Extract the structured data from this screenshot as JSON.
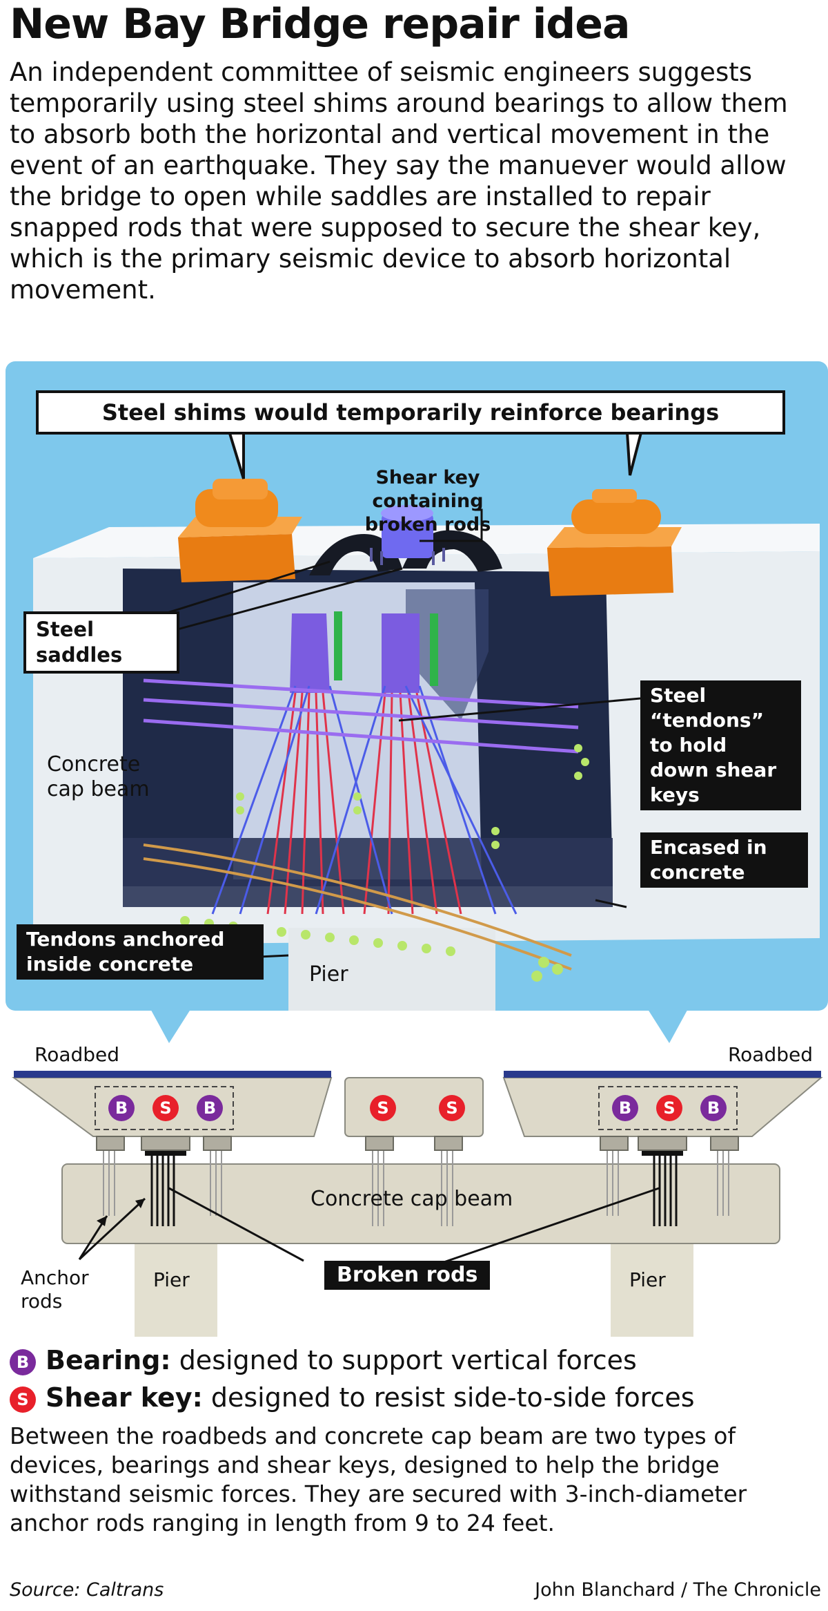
{
  "headline": "New Bay Bridge repair idea",
  "intro": "An independent committee of seismic engineers suggests temporarily using steel shims around bearings to allow them to absorb both the horizontal and vertical movement in the event of an earthquake. They say the manuever would allow the bridge to open while saddles are installed to repair snapped rods that were supposed to secure the shear key, which is the primary seismic device to absorb horizontal movement.",
  "detail": {
    "callout_title": "Steel shims would temporarily reinforce bearings",
    "shear_key_label": "Shear key containing broken rods",
    "saddles_label": "Steel saddles",
    "tendons_label": "Steel “tendons” to hold down shear keys",
    "cap_beam_label": "Concrete cap beam",
    "encased_label": "Encased in concrete",
    "anchored_label": "Tendons anchored inside concrete",
    "pier_label": "Pier"
  },
  "section": {
    "roadbed_left": "Roadbed",
    "roadbed_right": "Roadbed",
    "cap_beam": "Concrete cap beam",
    "anchor_rods": "Anchor rods",
    "pier_left": "Pier",
    "pier_right": "Pier",
    "broken_rods": "Broken rods",
    "bearing_letter": "B",
    "shear_letter": "S"
  },
  "legend": {
    "bearing_letter": "B",
    "bearing_term": "Bearing:",
    "bearing_desc": " designed to support vertical forces",
    "shear_letter": "S",
    "shear_term": "Shear key:",
    "shear_desc": " designed to resist side-to-side forces"
  },
  "footer": "Between the roadbeds and concrete cap beam are two types of devices, bearings and shear keys, designed to help the bridge withstand seismic forces. They are secured with 3-inch-diameter anchor rods ranging in length from 9 to 24 feet.",
  "source": "Source: Caltrans",
  "credit": "John Blanchard / The Chronicle",
  "colors": {
    "panel_blue": "#7ec8ec",
    "bearing_orange": "#f08a1c",
    "bearing_badge_purple": "#7a2a9c",
    "shear_badge_red": "#e8202a",
    "tendon_purple": "#8a5ce8",
    "rod_red": "#e0334a",
    "roadbed_navy": "#2a3a8c",
    "concrete_beige": "#ddd9c9"
  }
}
